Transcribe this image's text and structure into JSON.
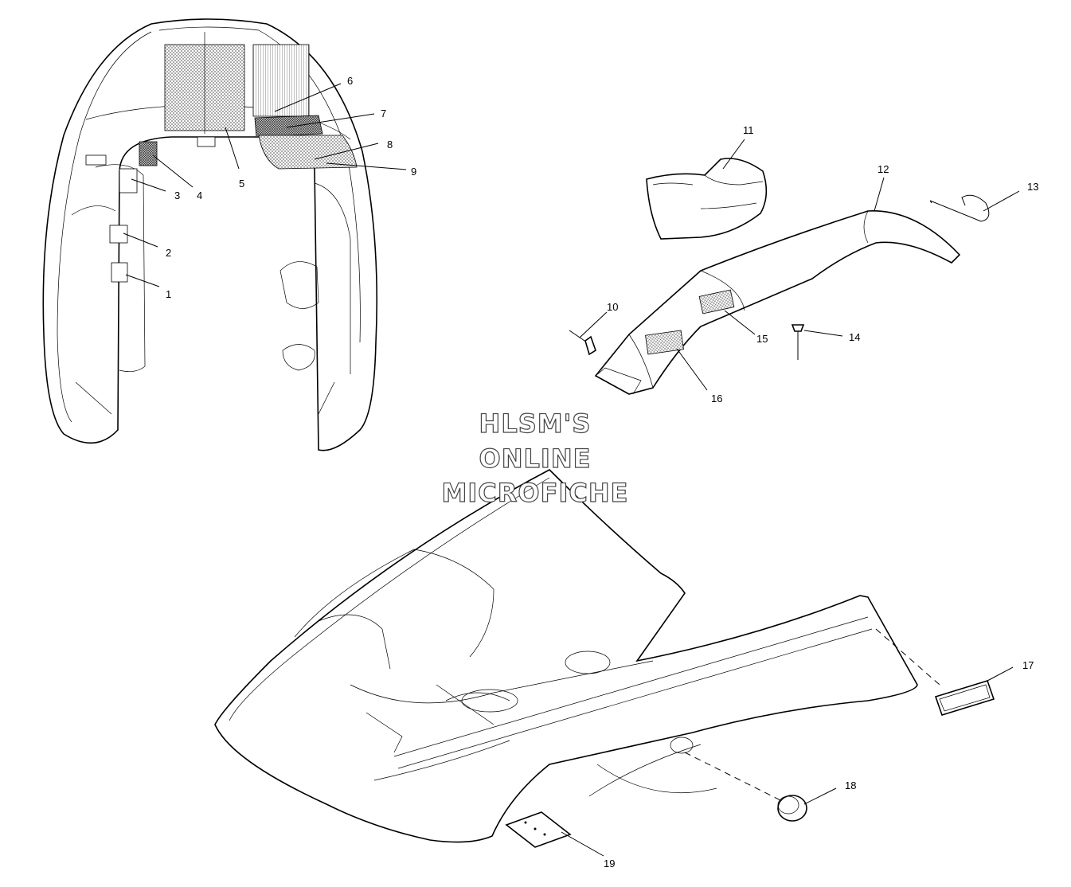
{
  "watermark": {
    "line1": "HLSM'S",
    "line2": "ONLINE",
    "line3": "MICROFICHE"
  },
  "callouts": [
    {
      "id": "1",
      "label": "1"
    },
    {
      "id": "2",
      "label": "2"
    },
    {
      "id": "3",
      "label": "3"
    },
    {
      "id": "4",
      "label": "4"
    },
    {
      "id": "5",
      "label": "5"
    },
    {
      "id": "6",
      "label": "6"
    },
    {
      "id": "7",
      "label": "7"
    },
    {
      "id": "8",
      "label": "8"
    },
    {
      "id": "9",
      "label": "9"
    },
    {
      "id": "10",
      "label": "10"
    },
    {
      "id": "11",
      "label": "11"
    },
    {
      "id": "12",
      "label": "12"
    },
    {
      "id": "13",
      "label": "13"
    },
    {
      "id": "14",
      "label": "14"
    },
    {
      "id": "15",
      "label": "15"
    },
    {
      "id": "16",
      "label": "16"
    },
    {
      "id": "17",
      "label": "17"
    },
    {
      "id": "18",
      "label": "18"
    },
    {
      "id": "19",
      "label": "19"
    }
  ]
}
